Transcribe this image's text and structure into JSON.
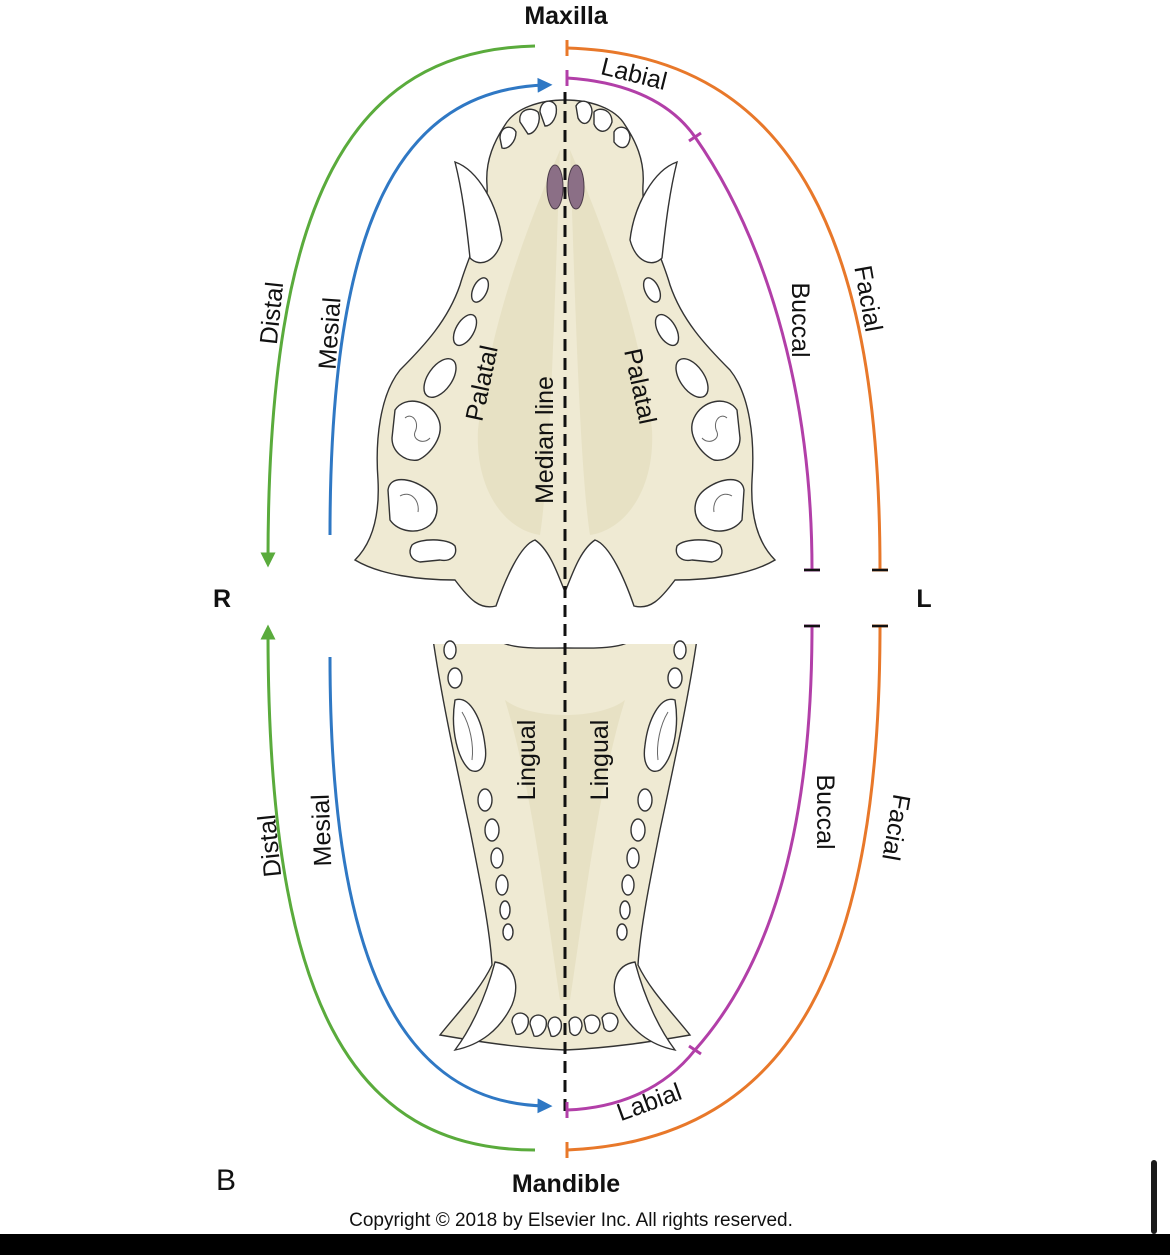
{
  "labels": {
    "maxilla": "Maxilla",
    "mandible": "Mandible",
    "right": "R",
    "left": "L",
    "panel": "B",
    "labial_upper": "Labial",
    "labial_lower": "Labial",
    "buccal_upper": "Buccal",
    "buccal_lower": "Buccal",
    "facial_upper": "Facial",
    "facial_lower": "Facial",
    "distal_upper": "Distal",
    "distal_lower": "Distal",
    "mesial_upper": "Mesial",
    "mesial_lower": "Mesial",
    "palatal_right": "Palatal",
    "palatal_left": "Palatal",
    "median_line": "Median line",
    "lingual_right": "Lingual",
    "lingual_left": "Lingual",
    "copyright": "Copyright © 2018 by Elsevier Inc. All rights reserved."
  },
  "colors": {
    "distal": "#5aab3c",
    "mesial": "#2f78c4",
    "buccal": "#b23fa8",
    "facial": "#e8782a",
    "bone": "#efead3"
  }
}
